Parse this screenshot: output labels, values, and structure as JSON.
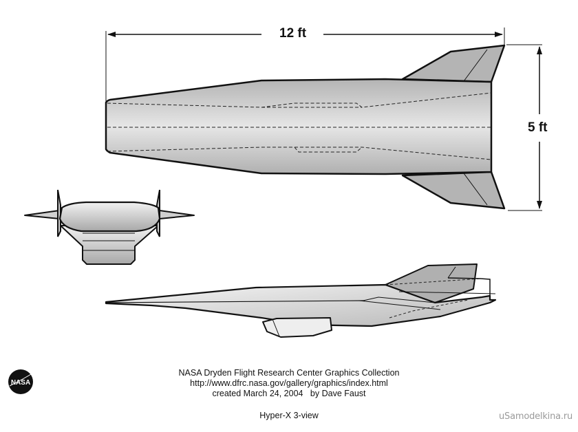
{
  "drawing": {
    "title": "Hyper-X 3-view",
    "views": [
      "top-view",
      "front-view",
      "side-view"
    ],
    "dimensions": {
      "length_label": "12 ft",
      "span_label": "5 ft"
    },
    "colors": {
      "fill_light": "#eeeeee",
      "fill_mid": "#c4c4c4",
      "fill_dark": "#a8a8a8",
      "outline": "#111111"
    }
  },
  "credits": {
    "line1": "NASA Dryden Flight Research Center Graphics Collection",
    "line2": "http://www.dfrc.nasa.gov/gallery/graphics/index.html",
    "line3": "created March 24, 2004   by Dave Faust"
  },
  "caption": "Hyper-X 3-view",
  "logo": {
    "text": "NASA",
    "icon": "nasa-meatball-icon"
  },
  "watermark": "uSamodelkina.ru"
}
